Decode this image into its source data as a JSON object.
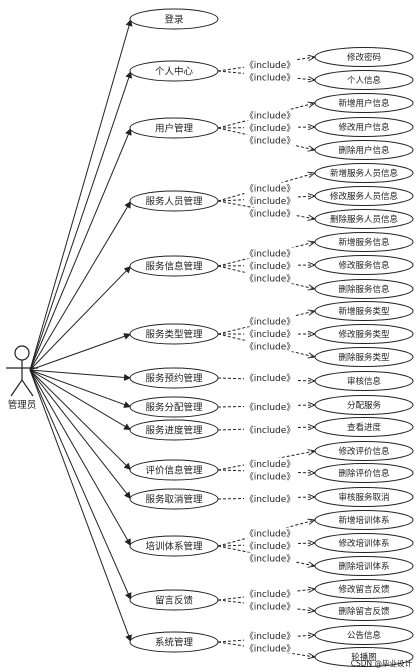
{
  "actor": {
    "label": "管理员"
  },
  "include_label": "《include》",
  "use_cases": [
    {
      "label": "登录",
      "subs": []
    },
    {
      "label": "个人中心",
      "subs": [
        "修改密码",
        "个人信息"
      ]
    },
    {
      "label": "用户管理",
      "subs": [
        "新增用户信息",
        "修改用户信息",
        "删除用户信息"
      ]
    },
    {
      "label": "服务人员管理",
      "subs": [
        "新增服务人员信息",
        "修改服务人员信息",
        "删除服务人员信息"
      ]
    },
    {
      "label": "服务信息管理",
      "subs": [
        "新增服务信息",
        "修改服务信息",
        "删除服务信息"
      ]
    },
    {
      "label": "服务类型管理",
      "subs": [
        "新增服务类型",
        "修改服务类型",
        "删除服务类型"
      ]
    },
    {
      "label": "服务预约管理",
      "subs": [
        "审核信息"
      ]
    },
    {
      "label": "服务分配管理",
      "subs": [
        "分配服务"
      ]
    },
    {
      "label": "服务进度管理",
      "subs": [
        "查看进度"
      ]
    },
    {
      "label": "评价信息管理",
      "subs": [
        "修改评价信息",
        "删除评价信息"
      ]
    },
    {
      "label": "服务取消管理",
      "subs": [
        "审核服务取消"
      ]
    },
    {
      "label": "培训体系管理",
      "subs": [
        "新增培训体系",
        "修改培训体系",
        "删除培训体系"
      ]
    },
    {
      "label": "留言反馈",
      "subs": [
        "修改留言反馈",
        "删除留言反馈"
      ]
    },
    {
      "label": "系统管理",
      "subs": [
        "公告信息",
        "轮播图"
      ]
    }
  ],
  "watermark": "CSDN @毕业设计"
}
